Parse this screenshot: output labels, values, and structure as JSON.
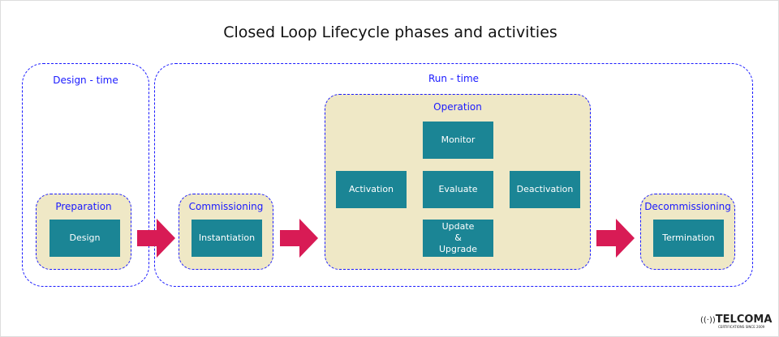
{
  "title": "Closed Loop Lifecycle phases and activities",
  "design_time": {
    "label": "Design - time",
    "preparation": {
      "label": "Preparation",
      "items": [
        "Design"
      ]
    }
  },
  "run_time": {
    "label": "Run - time",
    "commissioning": {
      "label": "Commissioning",
      "items": [
        "Instantiation"
      ]
    },
    "operation": {
      "label": "Operation",
      "items": [
        "Monitor",
        "Activation",
        "Evaluate",
        "Deactivation",
        "Update & Upgrade"
      ]
    },
    "decommissioning": {
      "label": "Decommissioning",
      "items": [
        "Termination"
      ]
    }
  },
  "logo": {
    "name": "TELCOMA",
    "tagline": "CERTIFICATIONS SINCE 2009"
  },
  "colors": {
    "box": "#1b8595",
    "phase": "#efe8c6",
    "border": "#1a1aff",
    "arrow": "#d81b55"
  }
}
